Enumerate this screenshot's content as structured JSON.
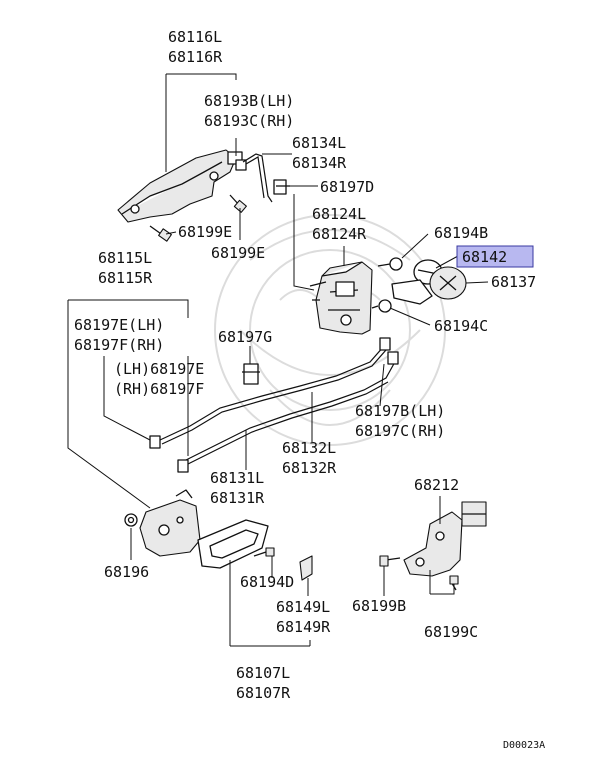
{
  "highlight_color": "#b8b8f0",
  "labels": {
    "l68116L": "68116L",
    "l68116R": "68116R",
    "l68193B": "68193B(LH)",
    "l68193C": "68193C(RH)",
    "l68134L": "68134L",
    "l68134R": "68134R",
    "l68197D": "68197D",
    "l68124L": "68124L",
    "l68124R": "68124R",
    "l68199E_a": "68199E",
    "l68199E_b": "68199E",
    "l68194B": "68194B",
    "l68142": "68142",
    "l68137": "68137",
    "l68194C": "68194C",
    "l68115L": "68115L",
    "l68115R": "68115R",
    "l68197E_LH": "68197E(LH)",
    "l68197F_RH": "68197F(RH)",
    "l68197G": "68197G",
    "l68197E_b": "(LH)68197E",
    "l68197F_b": "(RH)68197F",
    "l68197B": "68197B(LH)",
    "l68197C": "68197C(RH)",
    "l68132L": "68132L",
    "l68132R": "68132R",
    "l68131L": "68131L",
    "l68131R": "68131R",
    "l68212": "68212",
    "l68196": "68196",
    "l68194D": "68194D",
    "l68199B": "68199B",
    "l68149L": "68149L",
    "l68149R": "68149R",
    "l68199C": "68199C",
    "l68107L": "68107L",
    "l68107R": "68107R",
    "diagram_code": "D00023A"
  }
}
